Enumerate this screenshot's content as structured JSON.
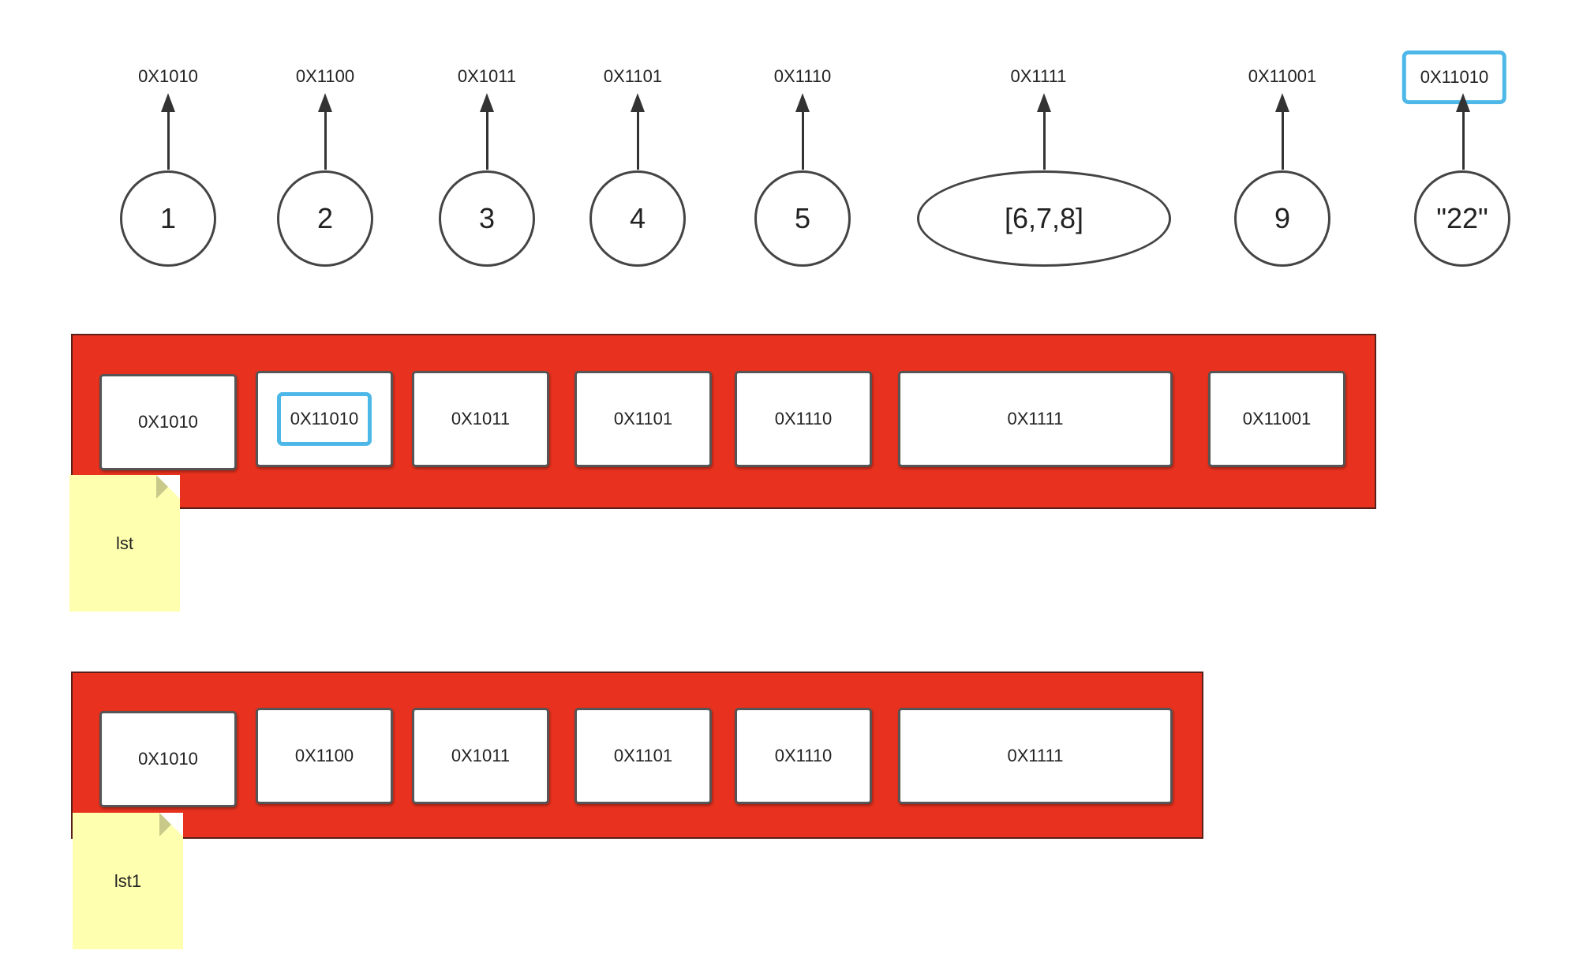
{
  "objects": [
    {
      "value": "1",
      "address": "0X1010",
      "highlight": false
    },
    {
      "value": "2",
      "address": "0X1100",
      "highlight": false
    },
    {
      "value": "3",
      "address": "0X1011",
      "highlight": false
    },
    {
      "value": "4",
      "address": "0X1101",
      "highlight": false
    },
    {
      "value": "5",
      "address": "0X1110",
      "highlight": false
    },
    {
      "value": "[6,7,8]",
      "address": "0X1111",
      "highlight": false
    },
    {
      "value": "9",
      "address": "0X11001",
      "highlight": false
    },
    {
      "value": "\"22\"",
      "address": "0X11010",
      "highlight": true
    }
  ],
  "lst": {
    "name": "lst",
    "cells": [
      "0X1010",
      "0X11010",
      "0X1011",
      "0X1101",
      "0X1110",
      "0X1111",
      "0X11001"
    ],
    "highlighted_cell": 1
  },
  "lst1": {
    "name": "lst1",
    "cells": [
      "0X1010",
      "0X1100",
      "0X1011",
      "0X1101",
      "0X1110",
      "0X1111"
    ]
  },
  "colors": {
    "container": "#e8321f",
    "highlight": "#4db8e8",
    "note": "#ffffb0"
  }
}
